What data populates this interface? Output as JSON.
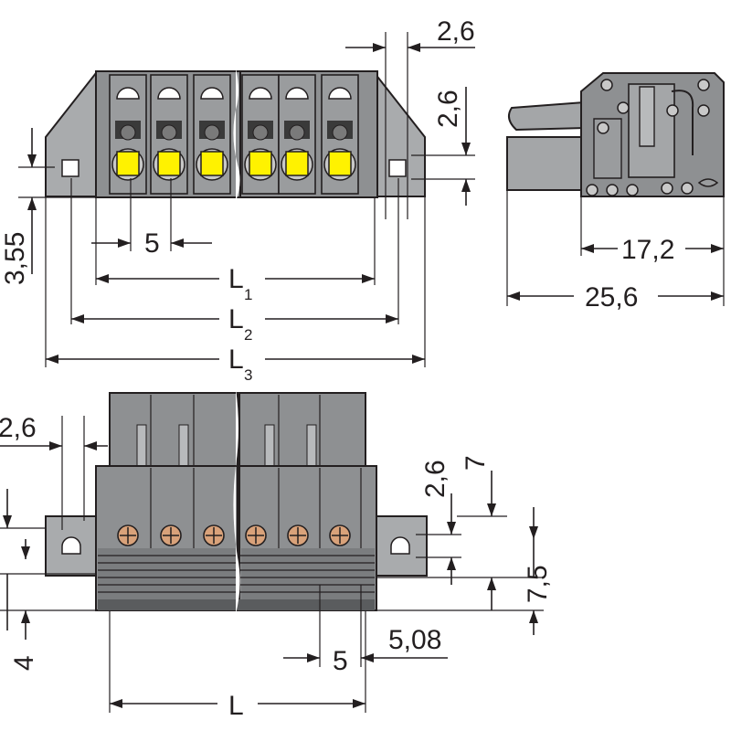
{
  "dimensions": {
    "top_pitch_offset": "2,6",
    "top_height_offset": "2,6",
    "left_height": "3,55",
    "pitch_top": "5",
    "L1_main": "L",
    "L1_sub": "1",
    "L2_main": "L",
    "L2_sub": "2",
    "L3_main": "L",
    "L3_sub": "3",
    "side_inner_width": "17,2",
    "side_total_width": "25,6",
    "bottom_left_offset": "2,6",
    "bottom_offset_a": "2,6",
    "bottom_offset_b": "7",
    "bottom_height": "7,5",
    "bottom_pitch": "5",
    "bottom_pitch_b": "5,08",
    "bottom_left_height": "4",
    "bottom_total": "L"
  },
  "colors": {
    "housing": "#8e9092",
    "release_buttons": "#fff200",
    "test_screws": "#d9a27a",
    "lines": "#231f20"
  }
}
